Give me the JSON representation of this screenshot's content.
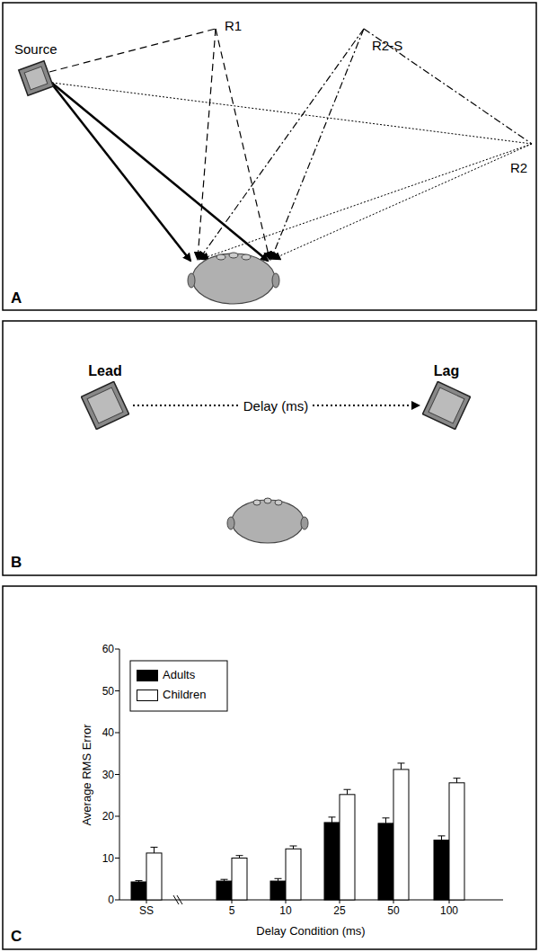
{
  "diagram": {
    "nodes": [
      {
        "text": [
          "Source"
        ]
      },
      {
        "text": [
          "Lead"
        ]
      },
      {
        "text": [
          "Lag"
        ]
      }
    ],
    "edges": [
      {
        "from": 1,
        "to": 2,
        "label": "Delay (ms)",
        "arrow": "to"
      }
    ],
    "labels": [
      "A",
      "R1",
      "R2-S",
      "R2",
      "B",
      "C",
      "Average RMS Error",
      "Delay Condition (ms)",
      "0",
      "10",
      "20",
      "30",
      "40",
      "50",
      "60",
      "SS",
      "5",
      "10",
      "25",
      "50",
      "100"
    ],
    "legend": [
      {
        "text": "Adults",
        "color": "#000000"
      },
      {
        "text": "Children",
        "color": "#ffffff"
      }
    ]
  }
}
